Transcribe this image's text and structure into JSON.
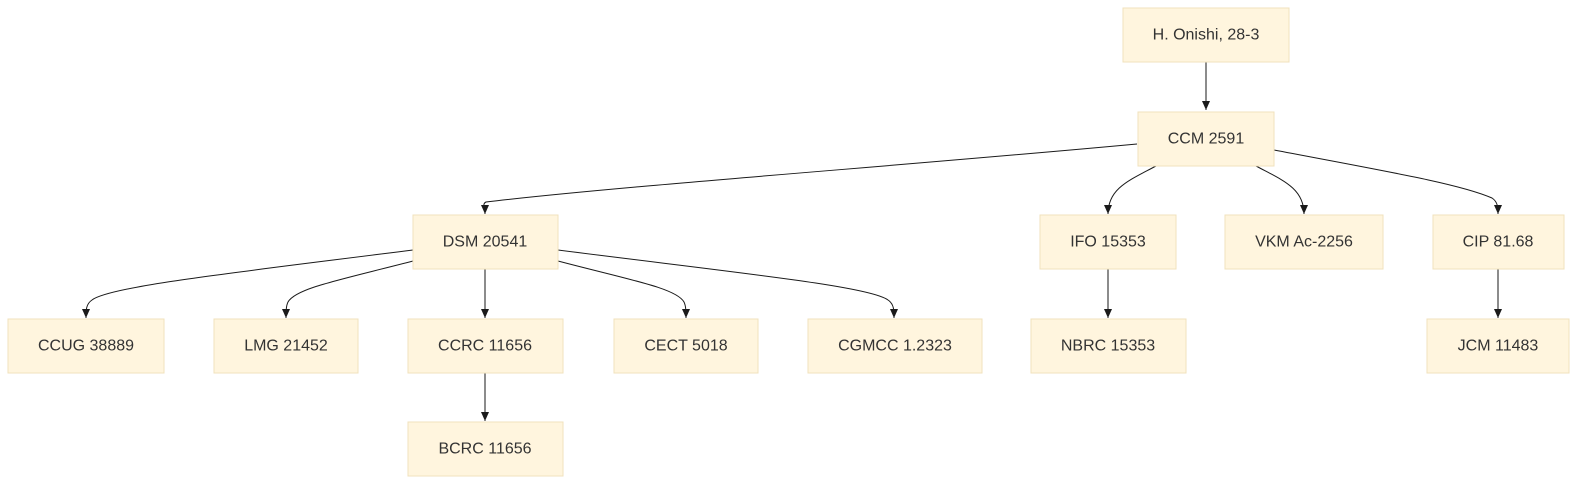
{
  "diagram": {
    "nodes": [
      {
        "id": "onishi",
        "label": "H. Onishi, 28-3"
      },
      {
        "id": "ccm",
        "label": "CCM 2591"
      },
      {
        "id": "dsm",
        "label": "DSM 20541"
      },
      {
        "id": "ifo",
        "label": "IFO 15353"
      },
      {
        "id": "vkm",
        "label": "VKM Ac-2256"
      },
      {
        "id": "cip",
        "label": "CIP 81.68"
      },
      {
        "id": "ccug",
        "label": "CCUG 38889"
      },
      {
        "id": "lmg",
        "label": "LMG 21452"
      },
      {
        "id": "ccrc",
        "label": "CCRC 11656"
      },
      {
        "id": "cect",
        "label": "CECT 5018"
      },
      {
        "id": "cgmcc",
        "label": "CGMCC 1.2323"
      },
      {
        "id": "nbrc",
        "label": "NBRC 15353"
      },
      {
        "id": "jcm",
        "label": "JCM 11483"
      },
      {
        "id": "bcrc",
        "label": "BCRC 11656"
      }
    ],
    "edges": [
      {
        "from": "onishi",
        "to": "ccm"
      },
      {
        "from": "ccm",
        "to": "dsm"
      },
      {
        "from": "ccm",
        "to": "ifo"
      },
      {
        "from": "ccm",
        "to": "vkm"
      },
      {
        "from": "ccm",
        "to": "cip"
      },
      {
        "from": "dsm",
        "to": "ccug"
      },
      {
        "from": "dsm",
        "to": "lmg"
      },
      {
        "from": "dsm",
        "to": "ccrc"
      },
      {
        "from": "dsm",
        "to": "cect"
      },
      {
        "from": "dsm",
        "to": "cgmcc"
      },
      {
        "from": "ifo",
        "to": "nbrc"
      },
      {
        "from": "cip",
        "to": "jcm"
      },
      {
        "from": "ccrc",
        "to": "bcrc"
      }
    ]
  }
}
